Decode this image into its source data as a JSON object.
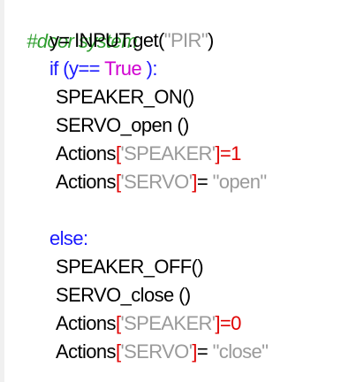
{
  "code": {
    "comment": "#door system",
    "l2_var": "y= INPUT.get(",
    "l2_str": "\"PIR\"",
    "l2_close": ")",
    "l3_if": "if (y==",
    "l3_true": "True",
    "l3_close": "):",
    "l4": "SPEAKER_ON()",
    "l5": "SERVO_open ()",
    "l6_name": "Actions",
    "l6_lb": "[",
    "l6_key": "'SPEAKER'",
    "l6_rb": "]",
    "l6_eq": "=",
    "l6_val": "1",
    "l7_name": "Actions",
    "l7_lb": "[",
    "l7_key": "'SERVO'",
    "l7_rb": "]",
    "l7_eq": "=",
    "l7_val": "\"open\"",
    "l9_else": "else:",
    "l10": "SPEAKER_OFF()",
    "l11": "SERVO_close ()",
    "l12_name": "Actions",
    "l12_lb": "[",
    "l12_key": "'SPEAKER'",
    "l12_rb": "]",
    "l12_eq": "=",
    "l12_val": "0",
    "l13_name": "Actions",
    "l13_lb": "[",
    "l13_key": "'SERVO'",
    "l13_rb": "]",
    "l13_eq": "=",
    "l13_val": "\"close\""
  },
  "colors": {
    "comment": "#2f9e2f",
    "keyword": "#1a1aff",
    "true_literal": "#d000d0",
    "string": "#9a9a9a",
    "number": "#e00000",
    "bracket": "#e00000"
  }
}
